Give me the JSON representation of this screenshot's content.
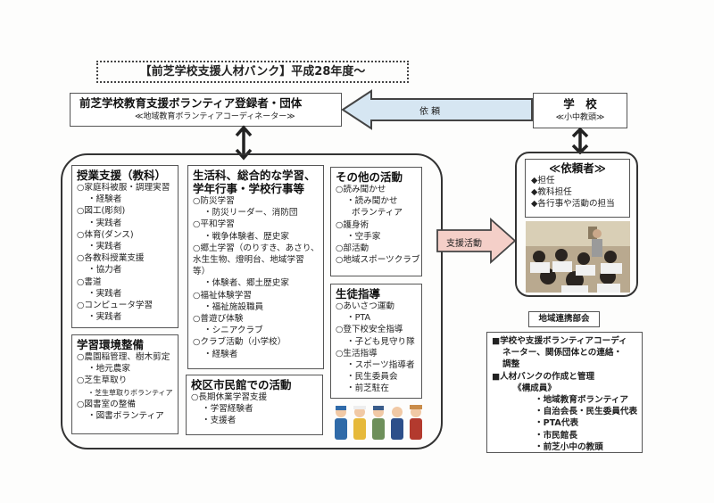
{
  "title": "【前芝学校支援人材バンク】平成28年度〜",
  "volunteer": {
    "title": "前芝学校教育支援ボランティア登録者・団体",
    "subtitle": "≪地域教育ボランティアコーディネーター≫"
  },
  "school": {
    "title": "学　校",
    "subtitle": "≪小中教頭≫"
  },
  "request_arrow": "依 頼",
  "support_arrow": "支援活動",
  "colors": {
    "request_arrow": "#d6e6f2",
    "support_arrow": "#f4cfc8"
  },
  "categories": {
    "lessons": {
      "title": "授業支援（教科）",
      "items": [
        "○家庭科被服・調理実習",
        "・経験者",
        "○図工(彫刻)",
        "・実践者",
        "○体育(ダンス)",
        "・実践者",
        "○各教科授業支援",
        "・協力者",
        "○書道",
        "・実践者",
        "○コンピュータ学習",
        "・実践者"
      ]
    },
    "environment": {
      "title": "学習環境整備",
      "items": [
        "○農園稲管理、樹木剪定",
        "・地元農家",
        "○芝生草取り",
        "・芝生草取りボランティア",
        "○図書室の整備",
        "・図書ボランティア"
      ]
    },
    "life": {
      "title_line1": "生活科、総合的な学習、",
      "title_line2": "学年行事・学校行事等",
      "items": [
        "○防災学習",
        "・防災リーダー、消防団",
        "○平和学習",
        "・戦争体験者、歴史家",
        "○郷土学習（のりすき、あさり、",
        "水生生物、燈明台、地域学習",
        "等）",
        "・体験者、郷土歴史家",
        "○福祉体験学習",
        "・福祉施設職員",
        "○普遊び体験",
        "・シニアクラブ",
        "○クラブ活動（小学校）",
        "・経験者"
      ]
    },
    "civic": {
      "title": "校区市民館での活動",
      "items": [
        "○長期休業学習支援",
        "・学習経験者",
        "・支援者"
      ]
    },
    "other": {
      "title": "その他の活動",
      "items": [
        "○読み聞かせ",
        "・読み聞かせ",
        "ボランティア",
        "○護身術",
        "・空手家",
        "○部活動",
        "○地域スポーツクラブ"
      ]
    },
    "guidance": {
      "title": "生徒指導",
      "items": [
        "○あいさつ運動",
        "・PTA",
        "○登下校安全指導",
        "・子ども見守り隊",
        "○生活指導",
        "・スポーツ指導者",
        "・民生委員会",
        "・前芝駐在"
      ]
    }
  },
  "requesters": {
    "title": "≪依頼者≫",
    "items": [
      "◆担任",
      "◆教科担任",
      "◆各行事や活動の担当"
    ]
  },
  "liaison": {
    "label": "地域連携部会",
    "items": [
      "■学校や支援ボランティアコーディ",
      "ネーター、関係団体との連絡・",
      "調整",
      "■人材バンクの作成と管理",
      "《構成員》",
      "・地域教育ボランティア",
      "・自治会長・民生委員代表",
      "・PTA代表",
      "・市民館長",
      "・前芝小中の教頭"
    ]
  }
}
